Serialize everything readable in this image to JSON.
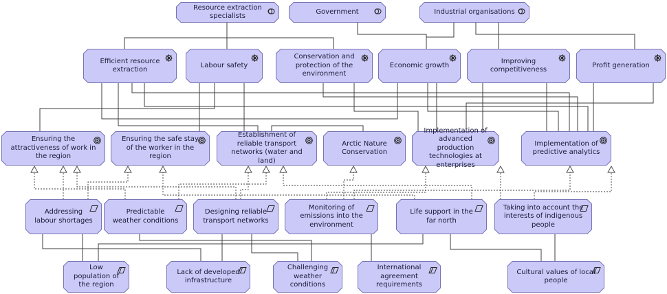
{
  "diagram": {
    "colors": {
      "fill": "#cbc9f7",
      "border": "#7774b4",
      "line": "#3c3c3c"
    },
    "stakeholders": [
      {
        "id": "s1",
        "label": "Resource extraction specialists",
        "icon": "stakeholder-icon"
      },
      {
        "id": "s2",
        "label": "Government",
        "icon": "stakeholder-icon"
      },
      {
        "id": "s3",
        "label": "Industrial organisations",
        "icon": "stakeholder-icon"
      }
    ],
    "drivers": [
      {
        "id": "d1",
        "label": "Efficient resource extraction",
        "icon": "driver-icon"
      },
      {
        "id": "d2",
        "label": "Labour safety",
        "icon": "driver-icon"
      },
      {
        "id": "d3",
        "label": "Conservation and protection of the environment",
        "icon": "driver-icon"
      },
      {
        "id": "d4",
        "label": "Economic growth",
        "icon": "driver-icon"
      },
      {
        "id": "d5",
        "label": "Improving competitiveness",
        "icon": "driver-icon"
      },
      {
        "id": "d6",
        "label": "Profit generation",
        "icon": "driver-icon"
      }
    ],
    "goals": [
      {
        "id": "g1",
        "label": "Ensuring the attractiveness of work in the region",
        "icon": "goal-icon"
      },
      {
        "id": "g2",
        "label": "Ensuring the safe stay of the worker in the region",
        "icon": "goal-icon"
      },
      {
        "id": "g3",
        "label": "Establishment of reliable transport networks (water and land)",
        "icon": "goal-icon"
      },
      {
        "id": "g4",
        "label": "Arctic Nature Conservation",
        "icon": "goal-icon"
      },
      {
        "id": "g5",
        "label": "Implementation of advanced production technologies at enterprises",
        "icon": "goal-icon"
      },
      {
        "id": "g6",
        "label": "Implementation of predictive analytics",
        "icon": "goal-icon"
      }
    ],
    "requirements": [
      {
        "id": "r1",
        "label": "Addressing labour shortages",
        "icon": "requirement-icon"
      },
      {
        "id": "r2",
        "label": "Predictable weather conditions",
        "icon": "requirement-icon"
      },
      {
        "id": "r3",
        "label": "Designing reliable transport networks",
        "icon": "requirement-icon"
      },
      {
        "id": "r4",
        "label": "Monitoring of emissions into the environment",
        "icon": "requirement-icon"
      },
      {
        "id": "r5",
        "label": "Life support in the far north",
        "icon": "requirement-icon"
      },
      {
        "id": "r6",
        "label": "Taking into account the interests of indigenous people",
        "icon": "requirement-icon"
      }
    ],
    "constraints": [
      {
        "id": "c1",
        "label": "Low population of the region",
        "icon": "constraint-icon"
      },
      {
        "id": "c2",
        "label": "Lack of developed infrastructure",
        "icon": "constraint-icon"
      },
      {
        "id": "c3",
        "label": "Challenging weather conditions",
        "icon": "constraint-icon"
      },
      {
        "id": "c4",
        "label": "International agreement requirements",
        "icon": "constraint-icon"
      },
      {
        "id": "c5",
        "label": "Cultural values of local people",
        "icon": "constraint-icon"
      }
    ]
  }
}
